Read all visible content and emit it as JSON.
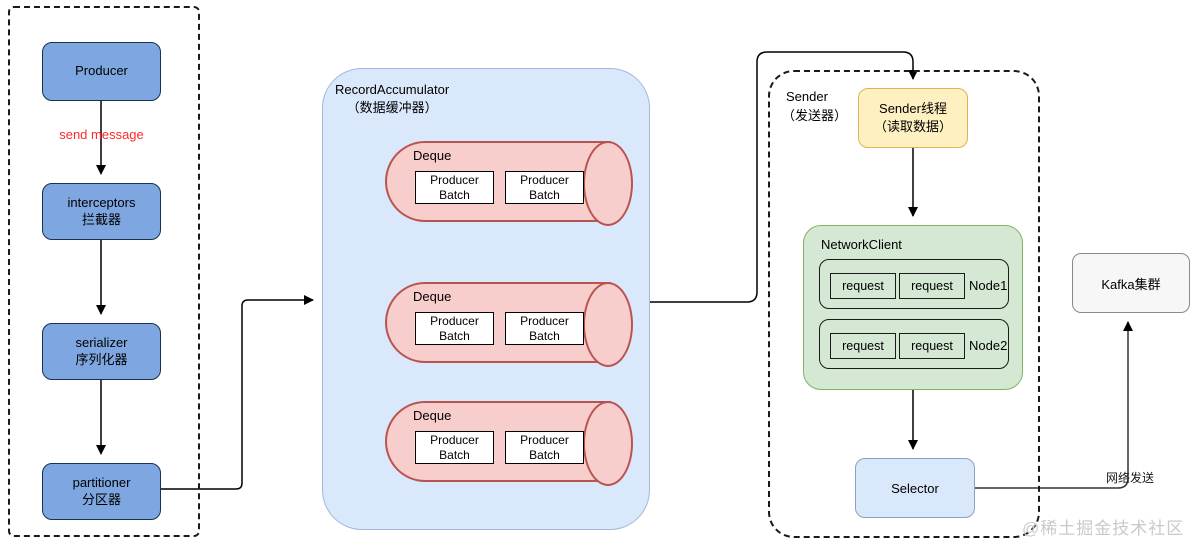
{
  "producer_client": {
    "producer_label": "Producer",
    "send_message_label": "send message",
    "interceptors": {
      "en": "interceptors",
      "zh": "拦截器"
    },
    "serializer": {
      "en": "serializer",
      "zh": "序列化器"
    },
    "partitioner": {
      "en": "partitioner",
      "zh": "分区器"
    }
  },
  "accumulator": {
    "title": "RecordAccumulator",
    "subtitle": "（数据缓冲器）",
    "deques": [
      {
        "label": "Deque"
      },
      {
        "label": "Deque"
      },
      {
        "label": "Deque"
      }
    ],
    "batch": {
      "line1": "Producer",
      "line2": "Batch"
    }
  },
  "sender": {
    "title_en": "Sender",
    "title_zh": "（发送器）",
    "thread": {
      "line1": "Sender线程",
      "line2": "（读取数据）"
    }
  },
  "network_client": {
    "title": "NetworkClient",
    "request_label": "request",
    "nodes": [
      {
        "name": "Node1"
      },
      {
        "name": "Node2"
      }
    ]
  },
  "selector_label": "Selector",
  "kafka_cluster_label": "Kafka集群",
  "network_send_label": "网络发送",
  "watermark": "@稀土掘金技术社区",
  "colors": {
    "node_blue": "#7ea6e0",
    "accumulator_blue": "#dae8fc",
    "cylinder_pink": "#f8cecc",
    "cylinder_border": "#b85450",
    "thread_yellow": "#fff0c2",
    "client_green": "#d5e8d4",
    "client_green_border": "#82b366",
    "send_message_red": "#ff2a2a"
  }
}
